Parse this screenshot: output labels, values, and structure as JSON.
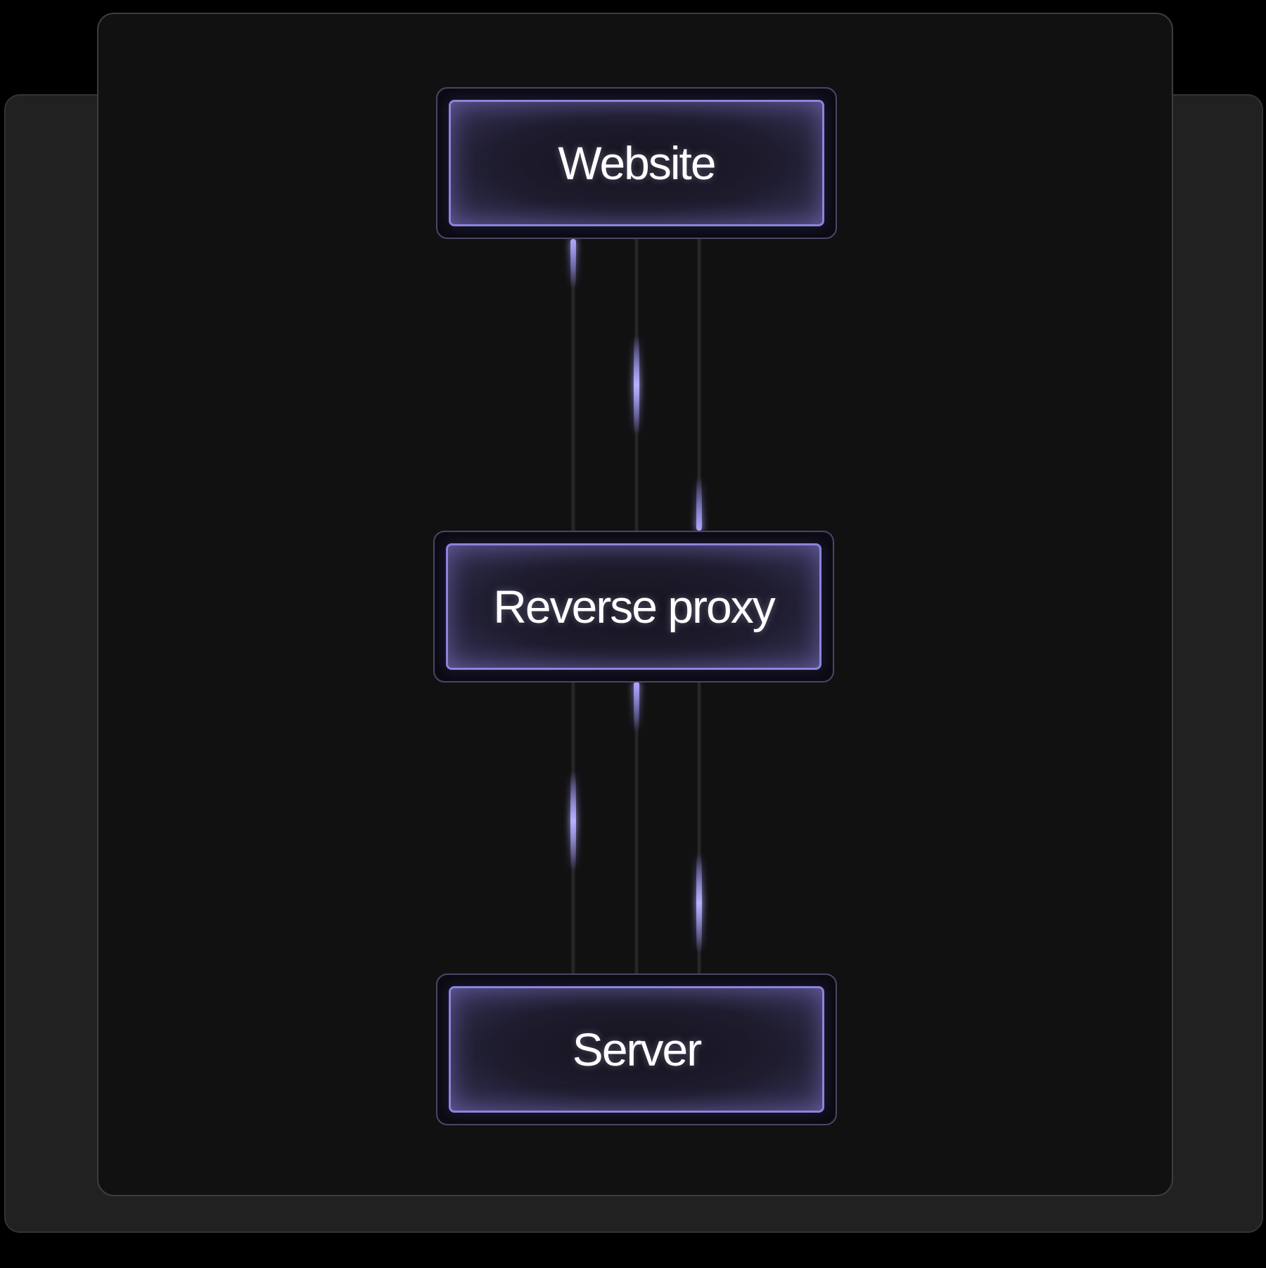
{
  "diagram": {
    "nodes": [
      {
        "id": "website",
        "label": "Website"
      },
      {
        "id": "reverse-proxy",
        "label": "Reverse proxy"
      },
      {
        "id": "server",
        "label": "Server"
      }
    ],
    "edges": [
      {
        "from": "website",
        "to": "reverse-proxy",
        "lanes": 3
      },
      {
        "from": "reverse-proxy",
        "to": "server",
        "lanes": 3
      }
    ],
    "colors": {
      "background": "#000000",
      "panel_back": "#212121",
      "panel_front": "#111112",
      "node_border": "#8d84dd",
      "accent_glow": "#9a90ff",
      "connector": "#262628",
      "text": "#ffffff"
    }
  }
}
